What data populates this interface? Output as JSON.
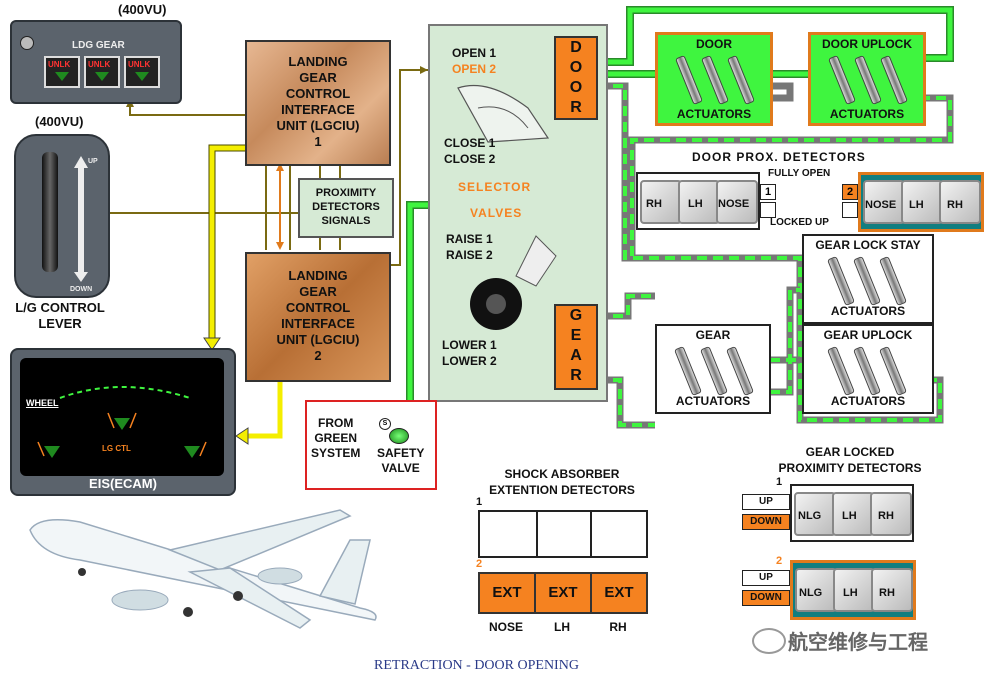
{
  "top_panel": {
    "tag": "(400VU)",
    "title": "LDG GEAR",
    "indicators": [
      "UNLK",
      "UNLK",
      "UNLK"
    ]
  },
  "lever_panel": {
    "tag": "(400VU)",
    "up": "UP",
    "down": "DOWN",
    "caption": "L/G CONTROL\nLEVER"
  },
  "lgciu1": {
    "label": "LANDING\nGEAR\nCONTROL\nINTERFACE\nUNIT (LGCIU)\n1"
  },
  "lgciu2": {
    "label": "LANDING\nGEAR\nCONTROL\nINTERFACE\nUNIT (LGCIU)\n2"
  },
  "prox_signals": {
    "label": "PROXIMITY\nDETECTORS\nSIGNALS"
  },
  "ecam": {
    "wheel": "WHEEL",
    "lgctl": "LG CTL",
    "caption": "EIS(ECAM)"
  },
  "selector": {
    "open1": "OPEN 1",
    "open2": "OPEN 2",
    "close1": "CLOSE 1",
    "close2": "CLOSE 2",
    "title1": "SELECTOR",
    "title2": "VALVES",
    "raise1": "RAISE 1",
    "raise2": "RAISE 2",
    "lower1": "LOWER 1",
    "lower2": "LOWER 2",
    "door": [
      "D",
      "O",
      "O",
      "R"
    ],
    "gear": [
      "G",
      "E",
      "A",
      "R"
    ]
  },
  "green_system": {
    "from": "FROM\nGREEN\nSYSTEM",
    "valve": "SAFETY\nVALVE",
    "s": "S"
  },
  "door_actuators": {
    "title": "DOOR",
    "sub": "ACTUATORS"
  },
  "door_uplock": {
    "title": "DOOR UPLOCK",
    "sub": "ACTUATORS"
  },
  "door_prox": {
    "title": "DOOR PROX. DETECTORS",
    "fully_open": "FULLY OPEN",
    "locked_up": "LOCKED UP",
    "num1": "1",
    "num2": "2",
    "set1": [
      "RH",
      "LH",
      "NOSE"
    ],
    "set2": [
      "NOSE",
      "LH",
      "RH"
    ]
  },
  "gear_lock_stay": {
    "title": "GEAR LOCK STAY",
    "sub": "ACTUATORS"
  },
  "gear_act": {
    "title": "GEAR",
    "sub": "ACTUATORS"
  },
  "gear_uplock": {
    "title": "GEAR UPLOCK",
    "sub": "ACTUATORS"
  },
  "shock": {
    "title": "SHOCK ABSORBER\nEXTENTION DETECTORS",
    "num1": "1",
    "num2": "2",
    "ext": [
      "EXT",
      "EXT",
      "EXT"
    ],
    "legs": [
      "NOSE",
      "LH",
      "RH"
    ]
  },
  "gear_locked": {
    "title": "GEAR LOCKED\nPROXIMITY DETECTORS",
    "num1": "1",
    "num2": "2",
    "up": "UP",
    "down": "DOWN",
    "set": [
      "NLG",
      "LH",
      "RH"
    ]
  },
  "caption": "RETRACTION - DOOR OPENING",
  "watermark": "航空维修与工程",
  "colors": {
    "orange": "#f58220",
    "green": "#3ff53f",
    "teal": "#117e80",
    "olive": "#7a6a12",
    "yellow": "#f4ee00"
  }
}
